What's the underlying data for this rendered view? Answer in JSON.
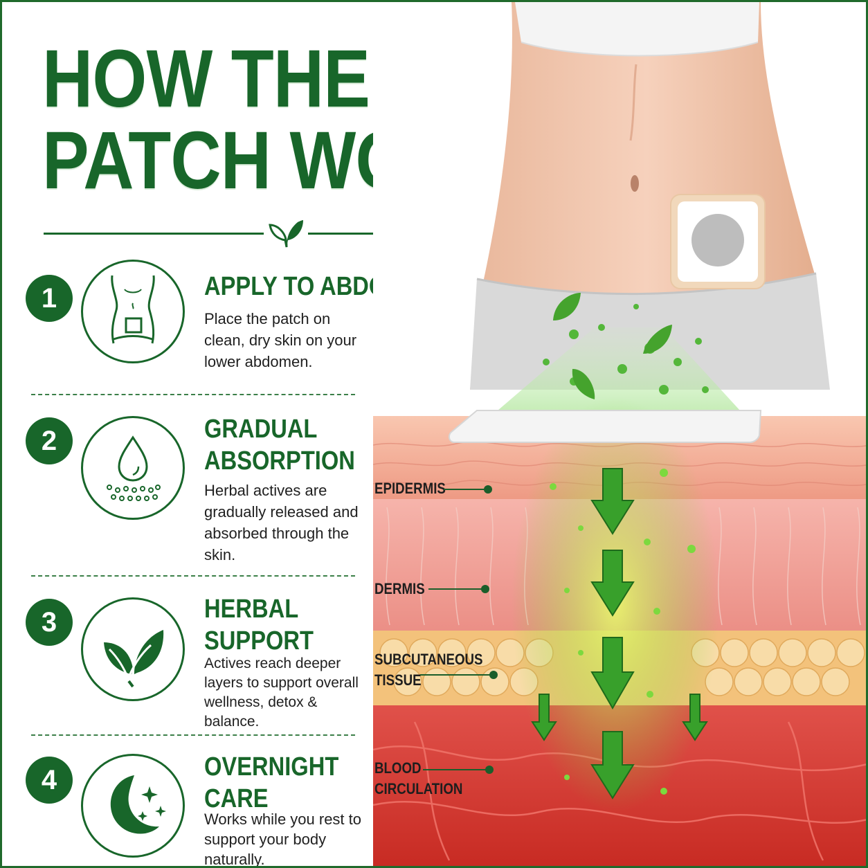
{
  "title": {
    "line1": "HOW THE",
    "line2": "PATCH WORKS"
  },
  "colors": {
    "brand_green": "#18662a",
    "text_dark": "#1f1f1f",
    "skin_epidermis": "#f2a98f",
    "skin_dermis": "#f3a7a0",
    "fat_tissue": "#f6d08c",
    "blood_layer": "#d8342c"
  },
  "steps": [
    {
      "number": "1",
      "heading_lines": [
        "APPLY TO ABDOMEN"
      ],
      "text": "Place the patch on clean, dry skin on your lower abdomen.",
      "icon": "abdomen-patch-icon"
    },
    {
      "number": "2",
      "heading_lines": [
        "GRADUAL",
        "ABSORPTION"
      ],
      "text": "Herbal actives are gradually released and absorbed through the skin.",
      "icon": "droplet-absorption-icon"
    },
    {
      "number": "3",
      "heading_lines": [
        "HERBAL",
        "SUPPORT"
      ],
      "text": "Actives reach deeper layers to support overall wellness, detox & balance.",
      "icon": "leaves-icon"
    },
    {
      "number": "4",
      "heading_lines": [
        "OVERNIGHT",
        "CARE"
      ],
      "text": "Works while you rest to support your body naturally.",
      "icon": "moon-stars-icon"
    }
  ],
  "layers": [
    {
      "lines": [
        "EPIDERMIS"
      ]
    },
    {
      "lines": [
        "DERMIS"
      ]
    },
    {
      "lines": [
        "SUBCUTANEOUS",
        "TISSUE"
      ]
    },
    {
      "lines": [
        "BLOOD",
        "CIRCULATION"
      ]
    }
  ],
  "visual": {
    "subject": "abdomen-with-patch-illustration",
    "cross_section": "skin-layers-illustration"
  }
}
